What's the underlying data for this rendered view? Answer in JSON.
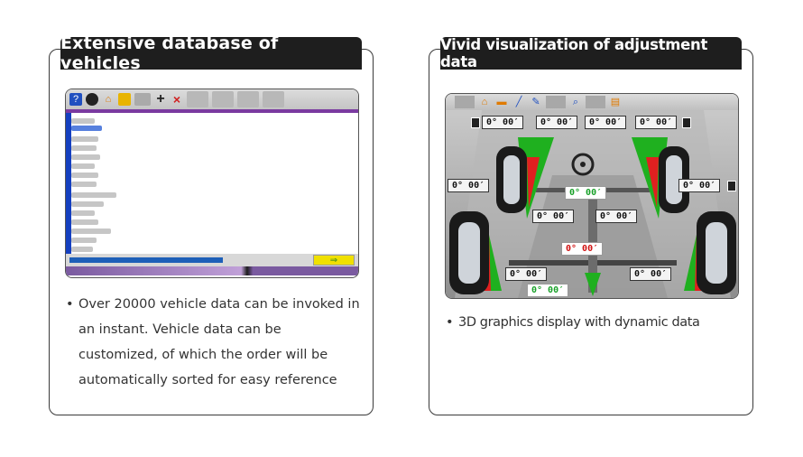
{
  "left_card": {
    "title": "Extensive database of vehicles",
    "toolbar_icons": [
      "help-icon",
      "ball-icon",
      "home-icon",
      "vehicle-icon",
      "gear-icon",
      "add-icon",
      "delete-icon",
      "blank-icon"
    ],
    "next_arrow": "⇒",
    "description": "Over 20000 vehicle data can be invoked in an instant. Vehicle data can be customized, of which the order will be automatically sorted for easy reference"
  },
  "right_card": {
    "title": "Vivid visualization of adjustment data",
    "toolbar_icons": [
      "home-icon",
      "vehicle-icon",
      "wrench-icon",
      "tool-icon",
      "search-icon",
      "print-icon"
    ],
    "readings": {
      "front_left_top": "0° 00′",
      "front_center_left": "0° 00′",
      "front_center_right": "0° 00′",
      "front_right_top": "0° 00′",
      "front_left_camber": "0° 00′",
      "front_right_camber": "0° 00′",
      "front_total": "0° 00′",
      "mid_left": "0° 00′",
      "mid_right": "0° 00′",
      "rear_total": "0° 00′",
      "rear_left": "0° 00′",
      "rear_right": "0° 00′",
      "thrust": "0° 00′"
    },
    "description": "3D graphics display with dynamic data"
  },
  "colors": {
    "title_bg": "#1e1e1e",
    "border": "#3a3a3a",
    "accent_green": "#18a028",
    "accent_red": "#d01010"
  }
}
